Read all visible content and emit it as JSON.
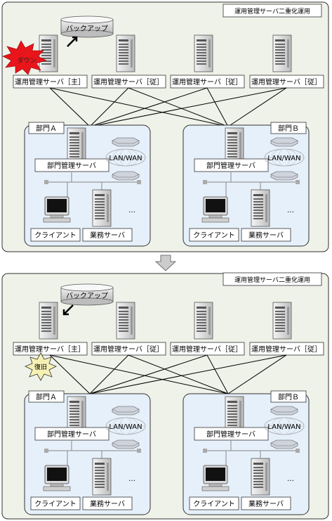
{
  "panels": [
    {
      "title": "運用管理サーバ二重化運用",
      "backup_label": "バックアップ",
      "servers": [
        "運用管理サーバ［主］",
        "運用管理サーバ［従］",
        "運用管理サーバ［従］",
        "運用管理サーバ［従］"
      ],
      "status_burst": "ダウン",
      "departments": [
        {
          "name": "部門Ａ",
          "manager": "部門管理サーバ",
          "network": "LAN/WAN",
          "client": "クライアント",
          "business": "業務サーバ",
          "ellipsis": "…"
        },
        {
          "name": "部門Ｂ",
          "manager": "部門管理サーバ",
          "network": "LAN/WAN",
          "client": "クライアント",
          "business": "業務サーバ",
          "ellipsis": "…"
        }
      ]
    },
    {
      "title": "運用管理サーバ二重化運用",
      "backup_label": "バックアップ",
      "servers": [
        "運用管理サーバ［主］",
        "運用管理サーバ［従］",
        "運用管理サーバ［従］",
        "運用管理サーバ［従］"
      ],
      "status_burst": "復旧",
      "departments": [
        {
          "name": "部門Ａ",
          "manager": "部門管理サーバ",
          "network": "LAN/WAN",
          "client": "クライアント",
          "business": "業務サーバ",
          "ellipsis": "…"
        },
        {
          "name": "部門Ｂ",
          "manager": "部門管理サーバ",
          "network": "LAN/WAN",
          "client": "クライアント",
          "business": "業務サーバ",
          "ellipsis": "…"
        }
      ]
    }
  ],
  "colors": {
    "panel_bg": "#eef2e8",
    "dept_bg": "#e6f0fb",
    "down_burst": "#e8151b",
    "recover_burst": "#f6f0b4"
  }
}
